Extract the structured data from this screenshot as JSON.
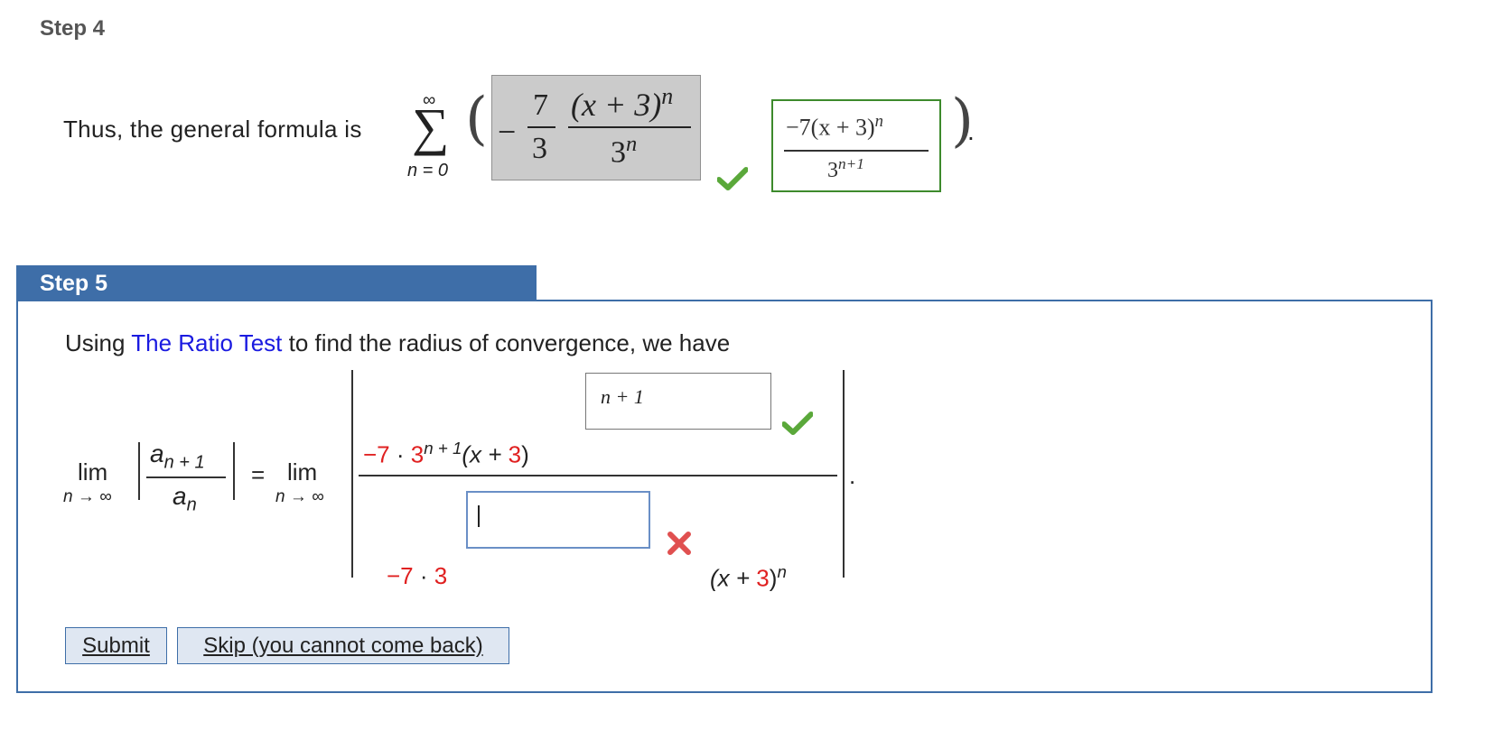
{
  "step4": {
    "title": "Step 4",
    "text": "Thus, the general formula is",
    "sigma": "∑",
    "sigma_upper": "∞",
    "sigma_lower": "n = 0",
    "open_paren": "(",
    "close_paren": ")",
    "period": ".",
    "given_sign": "−",
    "given_coef_num": "7",
    "given_coef_den": "3",
    "given_num_base": "(x + 3)",
    "given_num_exp": "n",
    "given_den_base": "3",
    "given_den_exp": "n",
    "answer_num_base": "−7(x + 3)",
    "answer_num_exp": "n",
    "answer_den_base": "3",
    "answer_den_exp": "n+1",
    "answer_status": "correct"
  },
  "step5": {
    "title": "Step 5",
    "intro_before": "Using ",
    "intro_link": "The Ratio Test",
    "intro_after": " to find the radius of convergence, we have",
    "lim": "lim",
    "lim_sub": "n → ∞",
    "ratio_num_base": "a",
    "ratio_num_sub": "n + 1",
    "ratio_den_base": "a",
    "ratio_den_sub": "n",
    "equals": "=",
    "exponent_answer": "n + 1",
    "exponent_status": "correct",
    "numerator": {
      "neg7": "−7",
      "dot": " · ",
      "base3": "3",
      "exp": "n + 1",
      "open": "(x + ",
      "three": "3",
      "close": ")"
    },
    "denominator_input_value": "",
    "denominator_status": "incorrect",
    "denominator_left": {
      "neg7": "−7",
      "dot": " · ",
      "three": "3"
    },
    "denominator_right": {
      "open": "(x + ",
      "three": "3",
      "close": ")",
      "exp": "n"
    },
    "period": "."
  },
  "buttons": {
    "submit": "Submit",
    "skip": "Skip (you cannot come back)"
  },
  "colors": {
    "header_blue": "#3e6ea8",
    "link_blue": "#1a1ae0",
    "value_red": "#e02020",
    "correct_green": "#5aa83a",
    "incorrect_red": "#e05050"
  }
}
